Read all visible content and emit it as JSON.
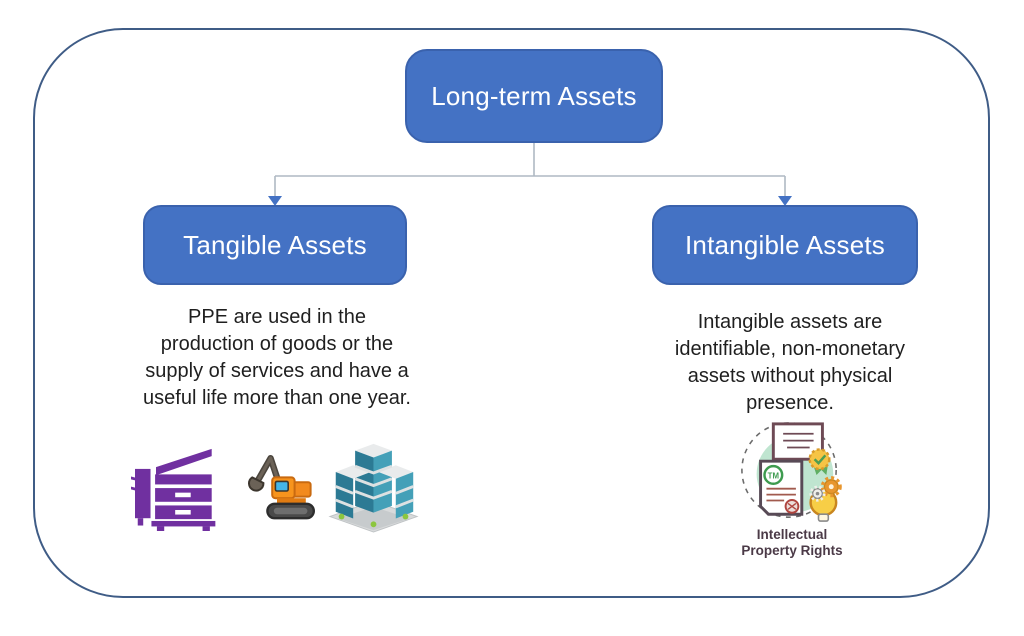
{
  "palette": {
    "node_fill": "#4472C4",
    "node_border": "#3A62AD",
    "node_text": "#FFFFFF",
    "connector_line": "#AFB9C3",
    "arrowhead": "#4472C4",
    "outer_border": "#3F5C86",
    "body_text": "#1F1F1F",
    "caption_text": "#4B3A47",
    "copier_purple": "#7030A0",
    "excavator_orange": "#F28A1E",
    "building_teal": "#2C7A94",
    "ip_mint": "#BFE5D0"
  },
  "root": {
    "label": "Long-term Assets"
  },
  "tangible": {
    "label": "Tangible Assets",
    "description_lines": [
      "PPE are used in the",
      "production of goods or the",
      "supply of services and have a",
      "useful life more than one year."
    ],
    "icons": [
      "copier-icon",
      "excavator-icon",
      "office-building-icon"
    ]
  },
  "intangible": {
    "label": "Intangible Assets",
    "description_lines": [
      "Intangible assets are",
      "identifiable, non-monetary",
      "assets without physical",
      "presence."
    ],
    "icon": "intellectual-property-icon",
    "caption_lines": [
      "Intellectual",
      "Property Rights"
    ]
  }
}
